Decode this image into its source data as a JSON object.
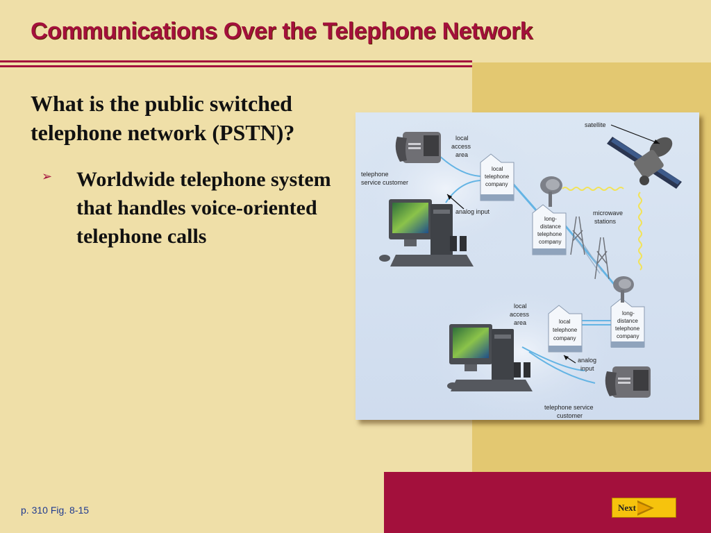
{
  "slide": {
    "title": "Communications Over the Telephone Network",
    "question": "What is the public switched telephone network (PSTN)?",
    "bullet": "Worldwide telephone system that handles voice-oriented telephone calls",
    "reference": "p. 310 Fig. 8-15",
    "next_label": "Next"
  },
  "diagram": {
    "labels": {
      "local_access_area": [
        "local",
        "access",
        "area"
      ],
      "telephone_service_customer": [
        "telephone",
        "service customer"
      ],
      "local_telephone_company": [
        "local",
        "telephone",
        "company"
      ],
      "analog_input_1": "analog input",
      "long_distance_telephone_company": [
        "long-",
        "distance",
        "telephone",
        "company"
      ],
      "microwave_stations": [
        "microwave",
        "stations"
      ],
      "satellite": "satellite",
      "local_access_area_2": [
        "local",
        "access",
        "area"
      ],
      "local_telephone_company_2": [
        "local",
        "telephone",
        "company"
      ],
      "long_distance_telephone_company_2": [
        "long-",
        "distance",
        "telephone",
        "company"
      ],
      "analog_input_2": [
        "analog",
        "input"
      ],
      "telephone_service_customer_2": [
        "telephone service",
        "customer"
      ]
    }
  },
  "colors": {
    "accent": "#a3103c",
    "background": "#efdfa8",
    "panel": "#e3c871",
    "button": "#f6c30d"
  }
}
